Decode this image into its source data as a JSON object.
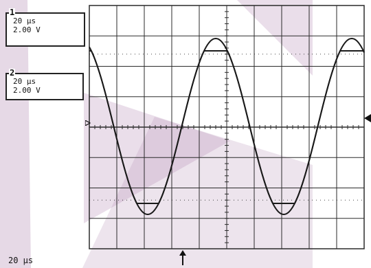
{
  "scope": {
    "channel1": {
      "id": "1",
      "timebase": "20 µs",
      "volts": "2.00 V"
    },
    "channel2": {
      "id": "2",
      "timebase": "20 µs",
      "volts": "2.00 V"
    },
    "horizontal_readout": "20 µs"
  },
  "colors": {
    "trace": "#1a1a1a",
    "grid": "#2a2a2a",
    "overlay": "#b892b8"
  },
  "icons": {
    "trigger": "up-arrow-icon",
    "ground_marker": "right-triangle-icon",
    "level_marker": "left-triangle-icon"
  }
}
